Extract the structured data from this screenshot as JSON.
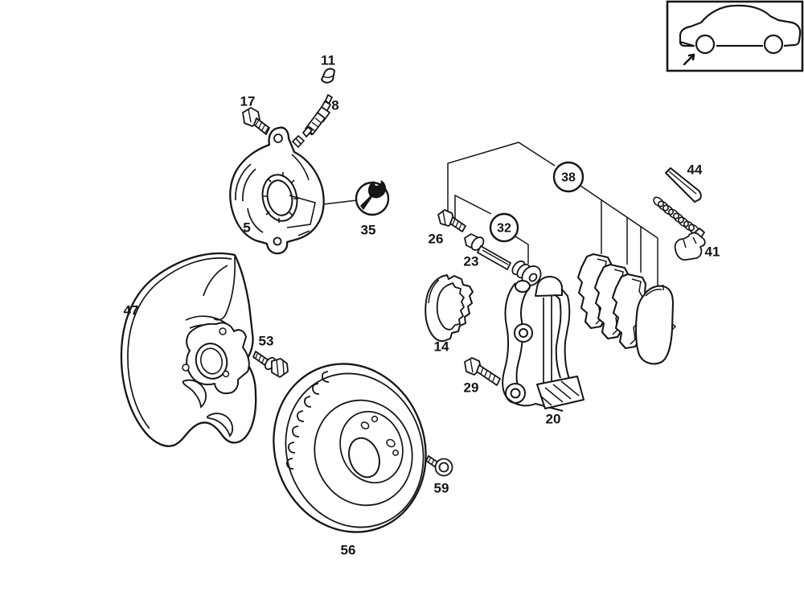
{
  "colors": {
    "ink": "#161616",
    "paper": "#ffffff"
  },
  "callouts": {
    "c5": "5",
    "c8": "8",
    "c11": "11",
    "c14": "14",
    "c17": "17",
    "c20": "20",
    "c23": "23",
    "c26": "26",
    "c29": "29",
    "c32": "32",
    "c35": "35",
    "c38": "38",
    "c41": "41",
    "c44": "44",
    "c47": "47",
    "c53": "53",
    "c56": "56",
    "c59": "59"
  }
}
